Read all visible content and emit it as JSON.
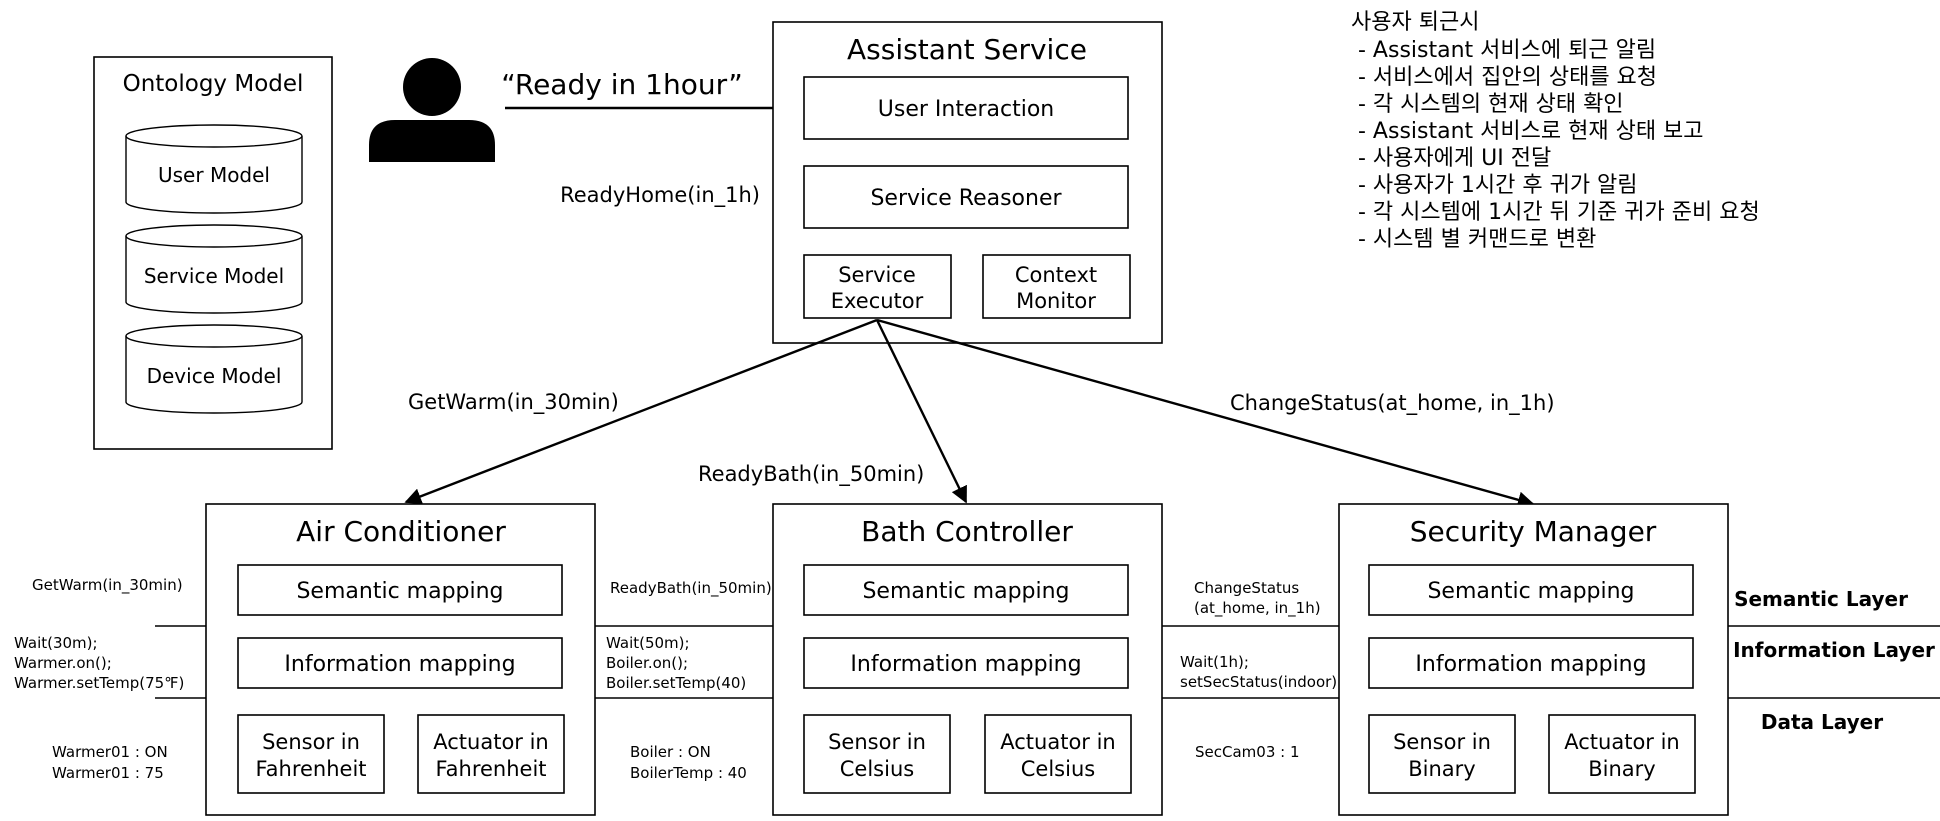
{
  "ontology": {
    "title": "Ontology Model",
    "models": [
      "User Model",
      "Service Model",
      "Device Model"
    ]
  },
  "user_request": "“Ready in 1hour”",
  "assistant": {
    "title": "Assistant Service",
    "user_interaction": "User Interaction",
    "service_reasoner": "Service Reasoner",
    "service_executor": [
      "Service",
      "Executor"
    ],
    "context_monitor": [
      "Context",
      "Monitor"
    ],
    "call_label": "ReadyHome(in_1h)"
  },
  "notes": {
    "title": "사용자 퇴근시",
    "items": [
      "- Assistant 서비스에 퇴근 알림",
      "- 서비스에서 집안의 상태를 요청",
      "- 각 시스템의 현재 상태 확인",
      "- Assistant 서비스로 현재 상태 보고",
      "- 사용자에게 UI 전달",
      "- 사용자가 1시간 후 귀가 알림",
      "- 각 시스템에 1시간 뒤 기준 귀가 준비 요청",
      "- 시스템 별 커맨드로 변환"
    ]
  },
  "arrow_labels": {
    "get_warm": "GetWarm(in_30min)",
    "ready_bath": "ReadyBath(in_50min)",
    "change_status": "ChangeStatus(at_home, in_1h)"
  },
  "layers": {
    "semantic": "Semantic Layer",
    "information": "Information Layer",
    "data": "Data Layer"
  },
  "systems": [
    {
      "title": "Air Conditioner",
      "semantic": "Semantic mapping",
      "information": "Information mapping",
      "sensor": [
        "Sensor in",
        "Fahrenheit"
      ],
      "actuator": [
        "Actuator in",
        "Fahrenheit"
      ],
      "semantic_call": [
        "GetWarm(in_30min)"
      ],
      "info_calls": [
        "Wait(30m);",
        "Warmer.on();",
        "Warmer.setTemp(75℉)"
      ],
      "data_values": [
        "Warmer01 : ON",
        "Warmer01 : 75"
      ]
    },
    {
      "title": "Bath Controller",
      "semantic": "Semantic mapping",
      "information": "Information mapping",
      "sensor": [
        "Sensor in",
        "Celsius"
      ],
      "actuator": [
        "Actuator in",
        "Celsius"
      ],
      "semantic_call": [
        "ReadyBath(in_50min)"
      ],
      "info_calls": [
        "Wait(50m);",
        "Boiler.on();",
        "Boiler.setTemp(40)"
      ],
      "data_values": [
        "Boiler : ON",
        "BoilerTemp : 40"
      ]
    },
    {
      "title": "Security Manager",
      "semantic": "Semantic mapping",
      "information": "Information mapping",
      "sensor": [
        "Sensor in",
        "Binary"
      ],
      "actuator": [
        "Actuator in",
        "Binary"
      ],
      "semantic_call": [
        "ChangeStatus",
        "(at_home, in_1h)"
      ],
      "info_calls": [
        "Wait(1h);",
        "setSecStatus(indoor)"
      ],
      "data_values": [
        "SecCam03 : 1"
      ]
    }
  ]
}
